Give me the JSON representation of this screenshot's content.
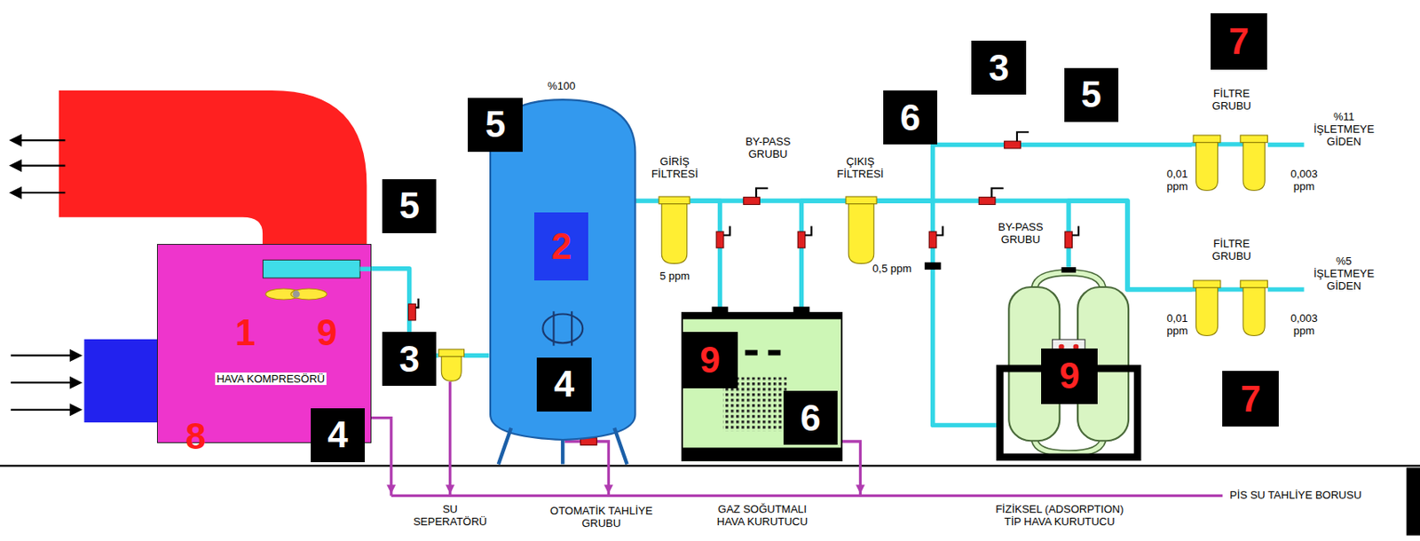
{
  "diagram": {
    "nodes": [
      {
        "text": [
          "HAVA KOMPRESÖRÜ"
        ]
      },
      {
        "text": [
          "SU SEPERATÖRÜ"
        ]
      },
      {
        "text": [
          "%100"
        ]
      },
      {
        "text": [
          "GİRİŞ FİLTRESİ",
          "5 ppm"
        ]
      },
      {
        "text": [
          "GAZ SOĞUTMALI HAVA KURUTUCU"
        ]
      },
      {
        "text": [
          "ÇIKIŞ FİLTRESİ",
          "0,5 ppm"
        ]
      },
      {
        "text": [
          "FİZİKSEL (ADSORPTION) TİP HAVA KURUTUCU"
        ]
      },
      {
        "text": [
          "FİLTRE GRUBU",
          "0,01 ppm",
          "0,003 ppm"
        ]
      },
      {
        "text": [
          "FİLTRE GRUBU",
          "0,01 ppm",
          "0,003 ppm"
        ]
      }
    ],
    "edges": [
      {
        "from": 0,
        "to": 1,
        "arrow": "none"
      },
      {
        "from": 1,
        "to": 2,
        "arrow": "none"
      },
      {
        "from": 2,
        "to": 3,
        "arrow": "none"
      },
      {
        "from": 3,
        "to": 4,
        "arrow": "none"
      },
      {
        "from": 3,
        "to": 5,
        "arrow": "none"
      },
      {
        "from": 4,
        "to": 5,
        "arrow": "none"
      },
      {
        "from": 5,
        "to": 6,
        "arrow": "none"
      },
      {
        "from": 5,
        "to": 8,
        "arrow": "none"
      },
      {
        "from": 6,
        "to": 8,
        "arrow": "none"
      },
      {
        "from": 5,
        "to": 7,
        "arrow": "none"
      }
    ],
    "labels": [
      "7",
      "3",
      "5",
      "%11 İŞLETMEYE GİDEN",
      "6",
      "5",
      "BY-PASS GRUBU",
      "5",
      "2",
      "BY-PASS GRUBU",
      "%5 İŞLETMEYE GİDEN",
      "1",
      "9",
      "3",
      "9",
      "9",
      "4",
      "7",
      "6",
      "8",
      "4",
      "PİS SU TAHLİYE BORUSU",
      "OTOMATİK TAHLİYE GRUBU"
    ]
  }
}
